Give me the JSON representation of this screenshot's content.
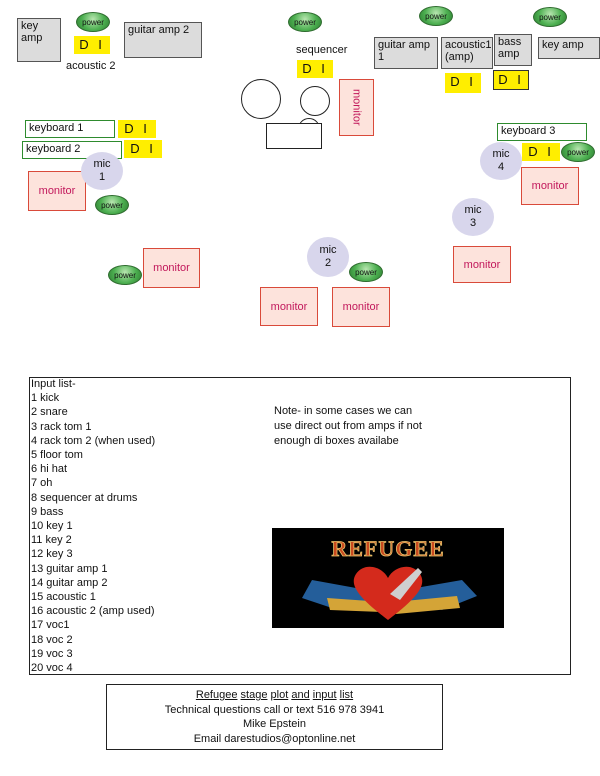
{
  "stage": {
    "amps": {
      "key_amp_left": "key amp",
      "guitar_amp_2": "guitar amp 2",
      "guitar_amp_1": "guitar amp 1",
      "acoustic1_amp": "acoustic1 (amp)",
      "bass_amp": "bass amp",
      "key_amp_right": "key amp"
    },
    "labels": {
      "acoustic_2": "acoustic 2",
      "sequencer": "sequencer"
    },
    "di": "D I",
    "power": "power",
    "keyboards": {
      "keyboard_1": "keyboard 1",
      "keyboard_2": "keyboard 2",
      "keyboard_3": "keyboard 3"
    },
    "monitor": "monitor",
    "mics": {
      "mic_1": "mic 1",
      "mic_2": "mic 2",
      "mic_3": "mic 3",
      "mic_4": "mic 4"
    }
  },
  "input_list": {
    "title": "Input list-",
    "items": [
      "1 kick",
      "2 snare",
      "3 rack tom 1",
      "4 rack tom 2 (when used)",
      "5 floor tom",
      "6 hi hat",
      "7 oh",
      "8 sequencer at drums",
      "9 bass",
      "10 key 1",
      "11 key 2",
      "12 key 3",
      "13 guitar amp 1",
      "14 guitar amp 2",
      "15 acoustic 1",
      "16 acoustic 2 (amp used)",
      "17 voc1",
      "18 voc 2",
      "19 voc 3",
      "20 voc 4"
    ],
    "note_lines": [
      "Note- in some cases we can",
      "use direct out from amps if not",
      "enough di boxes availabe"
    ],
    "logo_text": "REFUGEE"
  },
  "footer": {
    "title_words": [
      "Refugee",
      "stage",
      "plot",
      "and",
      "input",
      "list"
    ],
    "line2": "Technical questions call or text 516 978 3941",
    "line3": "Mike Epstein",
    "line4": "Email darestudios@optonline.net"
  },
  "colors": {
    "di_yellow": "#ffee00",
    "power_green": "#4caf50",
    "monitor_fill": "#fde3dc",
    "monitor_border": "#d94a3a",
    "monitor_text": "#c2185b",
    "keyboard_border": "#2e8b2e",
    "mic_fill": "#d8d6ec",
    "amp_fill": "#dcdcdc"
  }
}
